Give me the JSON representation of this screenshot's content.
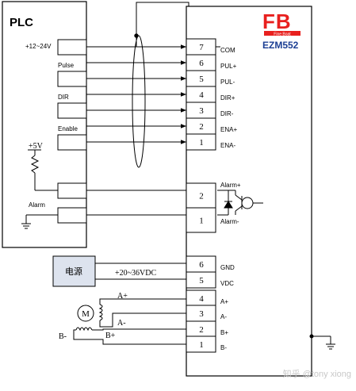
{
  "plc": {
    "title": "PLC",
    "supply_label": "+12~24V",
    "pulse_label": "Pulse",
    "dir_label": "DIR",
    "enable_label": "Enable",
    "v5_label": "+5V",
    "alarm_label": "Alarm"
  },
  "driver": {
    "logo_text": "FB",
    "logo_subtext": "Fine Boat",
    "model": "EZM552",
    "signal_terminals": [
      {
        "num": "7",
        "label": "COM"
      },
      {
        "num": "6",
        "label": "PUL+"
      },
      {
        "num": "5",
        "label": "PUL-"
      },
      {
        "num": "4",
        "label": "DIR+"
      },
      {
        "num": "3",
        "label": "DIR-"
      },
      {
        "num": "2",
        "label": "ENA+"
      },
      {
        "num": "1",
        "label": "ENA-"
      }
    ],
    "alarm_terminals": [
      {
        "num": "2",
        "label": "Alarm+"
      },
      {
        "num": "1",
        "label": "Alarm-"
      }
    ],
    "power_terminals": [
      {
        "num": "6",
        "label": "GND"
      },
      {
        "num": "5",
        "label": "VDC"
      },
      {
        "num": "4",
        "label": "A+"
      },
      {
        "num": "3",
        "label": "A-"
      },
      {
        "num": "2",
        "label": "B+"
      },
      {
        "num": "1",
        "label": "B-"
      }
    ]
  },
  "power_supply": {
    "label": "电源",
    "voltage": "+20~36VDC"
  },
  "motor": {
    "symbol": "M",
    "a_plus": "A+",
    "a_minus": "A-",
    "b_plus": "B+",
    "b_minus": "B-"
  },
  "watermark": "知乎 @tony xiong",
  "colors": {
    "line": "#000000",
    "logo_red": "#e8201e",
    "logo_blue": "#1c3f94",
    "power_box_fill": "#dde3ee"
  }
}
